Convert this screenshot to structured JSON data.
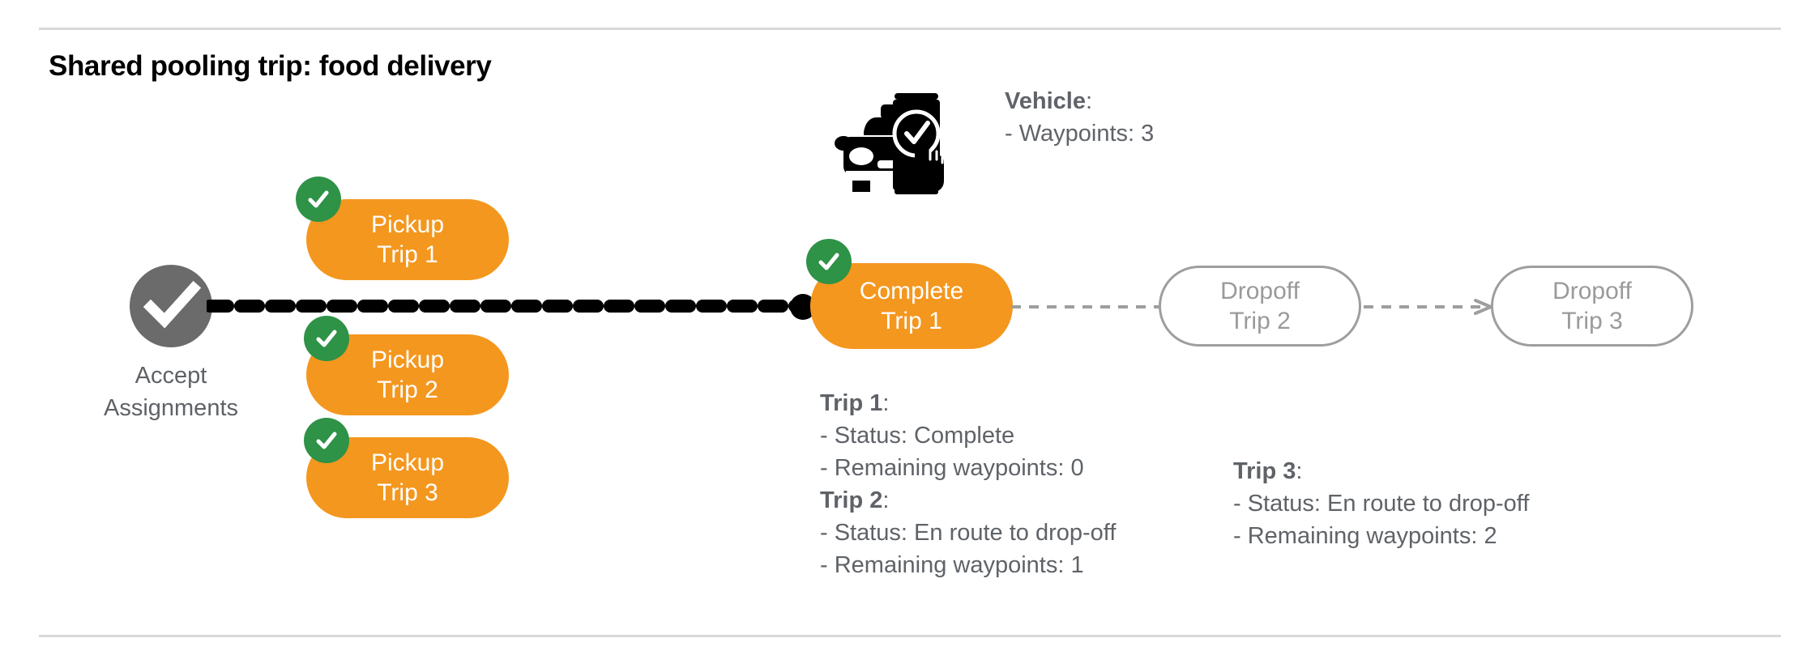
{
  "page": {
    "title": "Shared pooling trip: food delivery",
    "accent_orange": "#f4971e",
    "check_green": "#2e9247",
    "node_gray": "#6b6b6b",
    "text_gray": "#5f6368",
    "outline_gray": "#9e9e9e"
  },
  "vehicle": {
    "icon": "car-phone-check-icon",
    "heading": "Vehicle",
    "heading_colon": ":",
    "waypoints_line": "- Waypoints: 3",
    "waypoints": 3
  },
  "flow": {
    "accept_node": {
      "icon": "check-circle-icon",
      "label_line_1": "Accept",
      "label_line_2": "Assignments"
    },
    "pickups": [
      {
        "badge": "check-badge-icon",
        "line1": "Pickup",
        "line2": "Trip 1"
      },
      {
        "badge": "check-badge-icon",
        "line1": "Pickup",
        "line2": "Trip 2"
      },
      {
        "badge": "check-badge-icon",
        "line1": "Pickup",
        "line2": "Trip 3"
      }
    ],
    "complete": {
      "badge": "check-badge-icon",
      "line1": "Complete",
      "line2": "Trip 1"
    },
    "dropoffs": [
      {
        "line1": "Dropoff",
        "line2": "Trip 2"
      },
      {
        "line1": "Dropoff",
        "line2": "Trip 3"
      }
    ]
  },
  "trip_info_left": {
    "trip1_label": "Trip 1",
    "trip1_colon": ":",
    "trip1_status": "- Status:  Complete",
    "trip1_waypoints": "- Remaining waypoints: 0",
    "trip2_label": "Trip 2",
    "trip2_colon": ":",
    "trip2_status": "- Status:  En route to drop-off",
    "trip2_waypoints": "- Remaining waypoints: 1"
  },
  "trip_info_right": {
    "trip3_label": "Trip 3",
    "trip3_colon": ":",
    "trip3_status": "- Status:  En route to drop-off",
    "trip3_waypoints": "- Remaining waypoints: 2"
  }
}
